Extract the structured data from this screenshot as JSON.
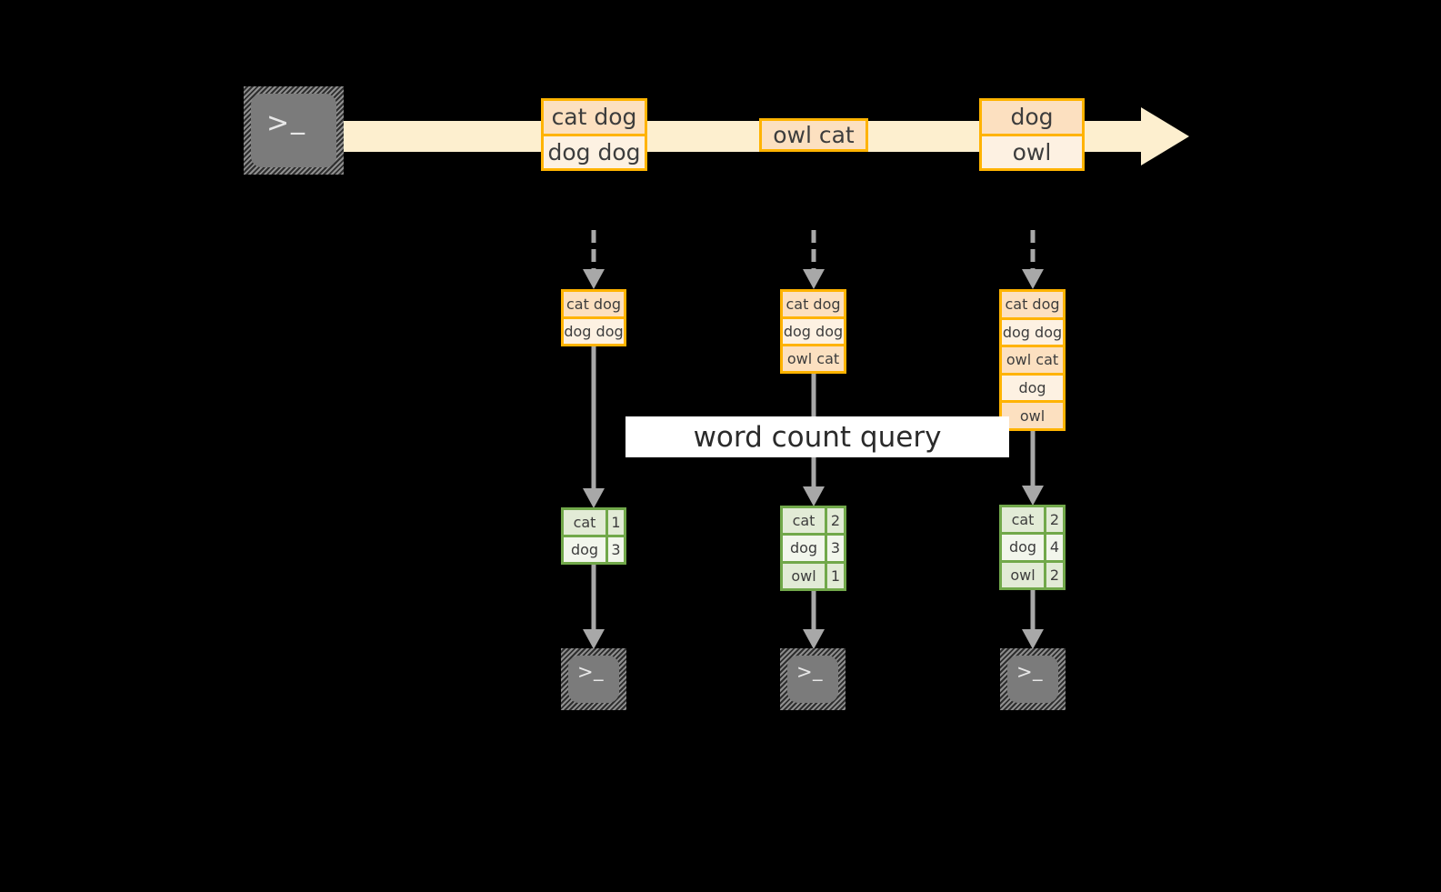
{
  "diagram": {
    "stream": {
      "source_icon": "terminal-icon",
      "source_glyph_chevron": ">",
      "source_glyph_cursor": "_",
      "records": [
        {
          "lines": [
            "cat dog",
            "dog dog"
          ]
        },
        {
          "lines": [
            "owl cat"
          ]
        },
        {
          "lines": [
            "dog",
            "owl"
          ]
        }
      ]
    },
    "query_label": "word count query",
    "snapshots": [
      {
        "input_lines": [
          "cat dog",
          "dog dog"
        ],
        "counts": [
          {
            "word": "cat",
            "count": "1"
          },
          {
            "word": "dog",
            "count": "3"
          }
        ],
        "sink_icon": "terminal-icon",
        "sink_glyph_chevron": ">",
        "sink_glyph_cursor": "_"
      },
      {
        "input_lines": [
          "cat dog",
          "dog dog",
          "owl cat"
        ],
        "counts": [
          {
            "word": "cat",
            "count": "2"
          },
          {
            "word": "dog",
            "count": "3"
          },
          {
            "word": "owl",
            "count": "1"
          }
        ],
        "sink_icon": "terminal-icon",
        "sink_glyph_chevron": ">",
        "sink_glyph_cursor": "_"
      },
      {
        "input_lines": [
          "cat dog",
          "dog dog",
          "owl cat",
          "dog",
          "owl"
        ],
        "counts": [
          {
            "word": "cat",
            "count": "2"
          },
          {
            "word": "dog",
            "count": "4"
          },
          {
            "word": "owl",
            "count": "2"
          }
        ],
        "sink_icon": "terminal-icon",
        "sink_glyph_chevron": ">",
        "sink_glyph_cursor": "_"
      }
    ]
  },
  "colors": {
    "background": "#000000",
    "stream_band": "#fdefcf",
    "record_border": "#ffb300",
    "record_fill_light": "#fdf1e2",
    "record_fill_dark": "#fce0c0",
    "table_border": "#71a84a",
    "table_fill_dark": "#e2ebd6",
    "table_fill_light": "#f2f6ec",
    "arrow_gray": "#a8a8a8",
    "terminal_body": "#7b7b7b",
    "query_label_bg": "#ffffff"
  }
}
